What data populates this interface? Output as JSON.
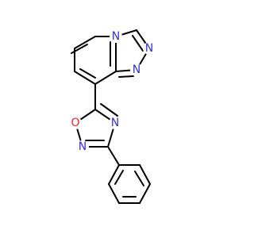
{
  "molecule": {
    "atoms": [
      {
        "id": "N1",
        "label": "N",
        "color": "#3333cc"
      },
      {
        "id": "N2",
        "label": "N",
        "color": "#3333cc"
      },
      {
        "id": "N3",
        "label": "N",
        "color": "#3333cc"
      },
      {
        "id": "N4",
        "label": "N",
        "color": "#3333cc"
      },
      {
        "id": "O1",
        "label": "O",
        "color": "#ff2020"
      },
      {
        "id": "N5",
        "label": "N",
        "color": "#3333cc"
      }
    ],
    "bond_color": "#000000"
  }
}
